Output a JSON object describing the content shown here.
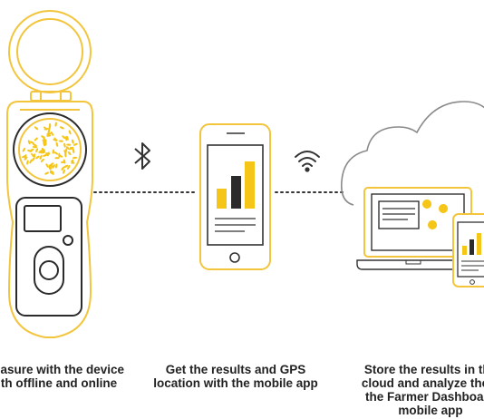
{
  "colors": {
    "accent": "#F5C518",
    "outline": "#F2C53D",
    "ink": "#2B2B2B",
    "grey": "#8A8A8A",
    "line": "#333333",
    "background": "#FFFFFF"
  },
  "steps": [
    {
      "id": "measure",
      "icon": "handheld-device-icon",
      "caption": [
        "easure with the device",
        "th offline and online"
      ]
    },
    {
      "id": "results",
      "icon": "smartphone-chart-icon",
      "caption": [
        "Get the results and GPS",
        "location with the mobile app"
      ]
    },
    {
      "id": "cloud",
      "icon": "cloud-devices-icon",
      "caption": [
        "Store the results in the",
        "cloud and analyze them",
        "the Farmer Dashboard",
        "mobile app"
      ]
    }
  ],
  "connectors": [
    {
      "icon": "bluetooth-icon"
    },
    {
      "icon": "wifi-icon"
    }
  ]
}
